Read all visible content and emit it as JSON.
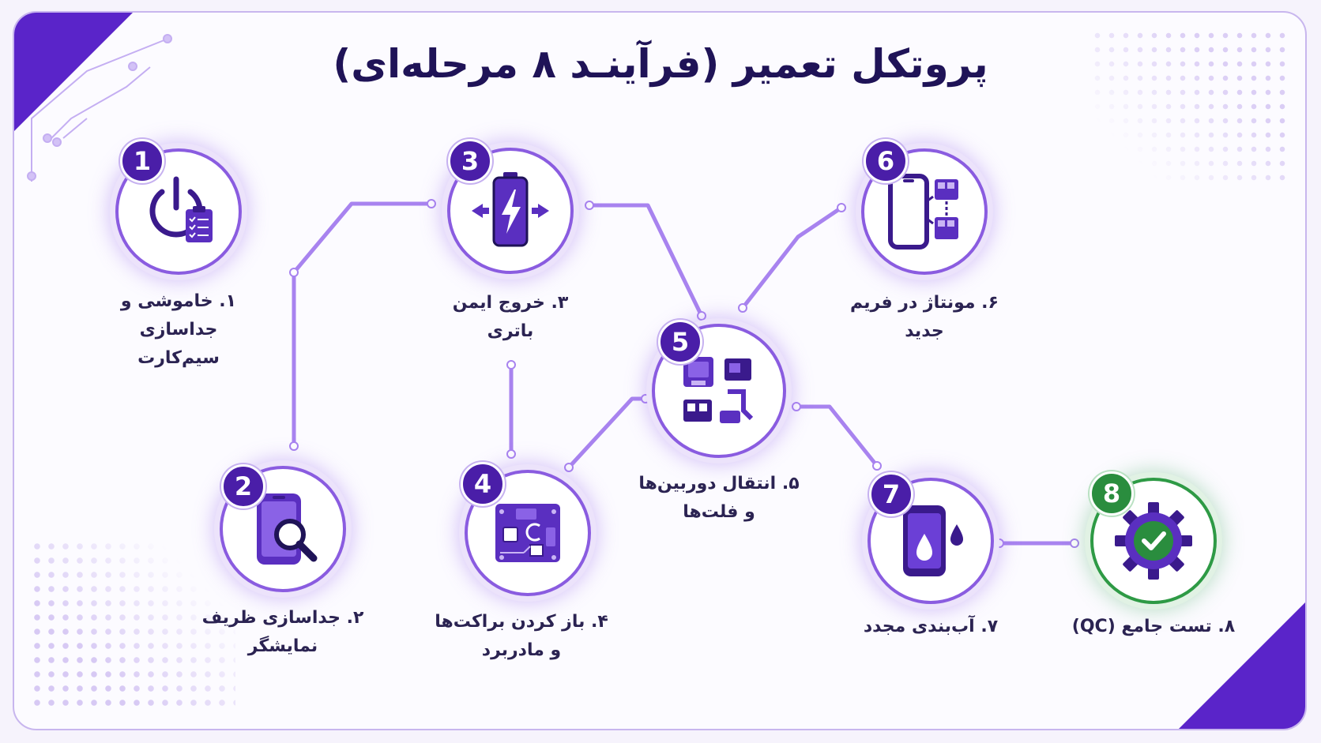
{
  "title": "پروتکل تعمیر (فرآینـد ۸ مرحله‌ای)",
  "steps": [
    {
      "number": "1",
      "line1": "۱. خاموشی و جداسازی",
      "line2": "سیم‌کارت",
      "icon": "power-clipboard-icon"
    },
    {
      "number": "2",
      "line1": "۲. جداسازی ظریف",
      "line2": "نمایشگر",
      "icon": "phone-magnifier-icon"
    },
    {
      "number": "3",
      "line1": "۳. خروج ایمن",
      "line2": "باتری",
      "icon": "battery-icon"
    },
    {
      "number": "4",
      "line1": "۴. باز کردن براکت‌ها",
      "line2": "و مادربرد",
      "icon": "motherboard-icon"
    },
    {
      "number": "5",
      "line1": "۵. انتقال دوربین‌ها",
      "line2": "و فلت‌ها",
      "icon": "modules-icon"
    },
    {
      "number": "6",
      "line1": "۶. مونتاژ در فریم",
      "line2": "جدید",
      "icon": "phone-assembly-icon"
    },
    {
      "number": "7",
      "line1": "۷. آب‌بندی مجدد",
      "line2": "",
      "icon": "phone-water-drop-icon"
    },
    {
      "number": "8",
      "line1": "۸. تست جامع (QC)",
      "line2": "",
      "icon": "gear-check-icon"
    }
  ],
  "colors": {
    "accent": "#4a1ea8",
    "ring": "#8a5ce0",
    "success": "#2a8d3e",
    "text": "#2b2352"
  }
}
